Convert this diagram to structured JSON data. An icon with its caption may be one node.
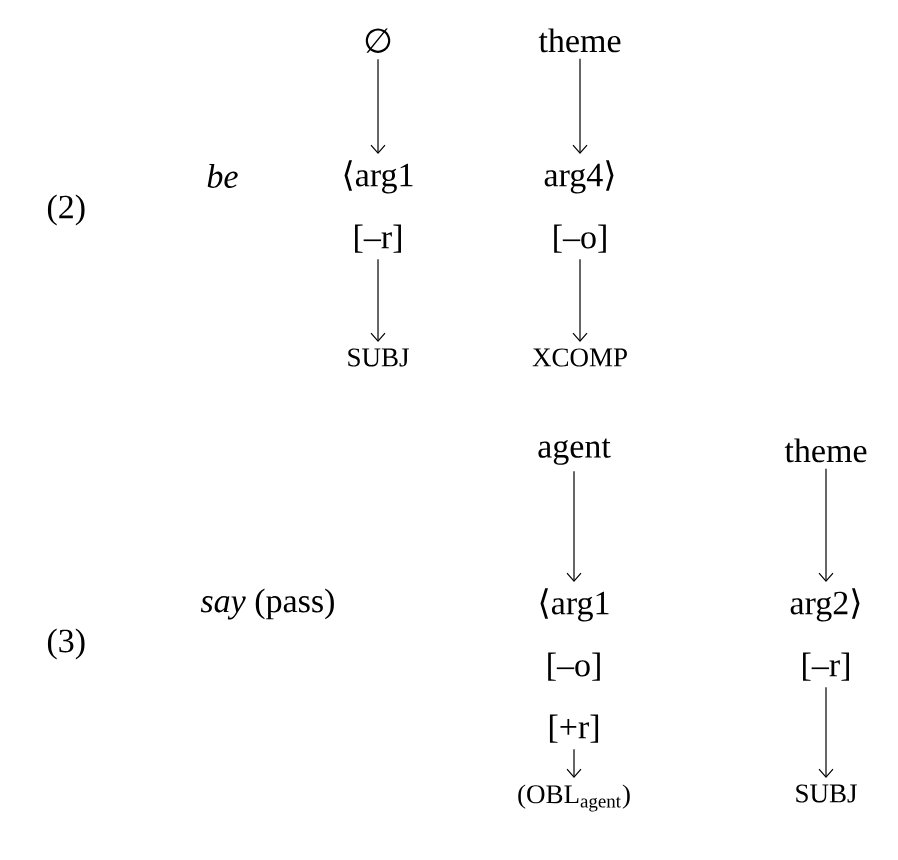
{
  "diagram": {
    "nodes": [
      {
        "text": [
          "∅"
        ]
      },
      {
        "text": [
          "theme"
        ]
      },
      {
        "text": [
          "⟨arg1",
          "[–r]"
        ]
      },
      {
        "text": [
          "arg4⟩",
          "[–o]"
        ]
      },
      {
        "text": [
          "SUBJ"
        ]
      },
      {
        "text": [
          "XCOMP"
        ]
      },
      {
        "text": [
          "agent"
        ]
      },
      {
        "text": [
          "theme"
        ]
      },
      {
        "text": [
          "⟨arg1",
          "[–o]",
          "[+r]"
        ]
      },
      {
        "text": [
          "arg2⟩",
          "[–r]"
        ]
      },
      {
        "text": [
          "(OBL$_{agent}$)"
        ]
      },
      {
        "text": [
          "SUBJ"
        ]
      }
    ],
    "edges": [
      {
        "from": 0,
        "to": 2,
        "arrow": "to"
      },
      {
        "from": 1,
        "to": 3,
        "arrow": "to"
      },
      {
        "from": 2,
        "to": 4,
        "arrow": "to"
      },
      {
        "from": 3,
        "to": 5,
        "arrow": "to"
      },
      {
        "from": 6,
        "to": 8,
        "arrow": "to"
      },
      {
        "from": 7,
        "to": 9,
        "arrow": "to"
      },
      {
        "from": 8,
        "to": 10,
        "arrow": "to"
      },
      {
        "from": 9,
        "to": 11,
        "arrow": "to"
      }
    ],
    "labels": [
      "(2)",
      "be",
      "(3)",
      "*say* (pass)"
    ]
  }
}
